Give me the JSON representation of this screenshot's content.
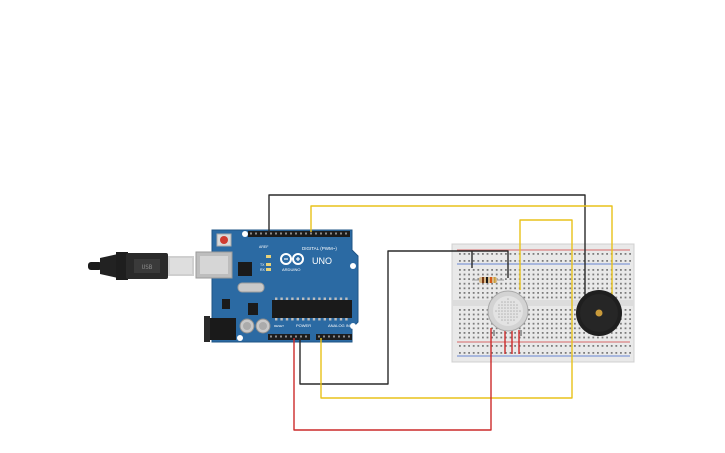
{
  "board": {
    "model_label": "UNO",
    "brand_label": "ARDUINO",
    "digital_label": "DIGITAL (PWM~)",
    "power_label": "POWER",
    "analog_label": "ANALOG IN",
    "tx_label": "TX",
    "rx_label": "RX",
    "reset_label": "RESET",
    "aref_label": "AREF"
  },
  "colors": {
    "board": "#2b6aa3",
    "board_dark": "#1f5485",
    "wire_black": "#2a2a2a",
    "wire_yellow": "#e8c21a",
    "wire_red": "#cc2a2a",
    "breadboard": "#e9e9e9",
    "rail_red": "#d23b3b",
    "rail_blue": "#3a63c9"
  },
  "components": {
    "usb_cable": "usb-cable",
    "gas_sensor": "gas-sensor",
    "buzzer": "piezo-buzzer",
    "resistor": "resistor"
  }
}
